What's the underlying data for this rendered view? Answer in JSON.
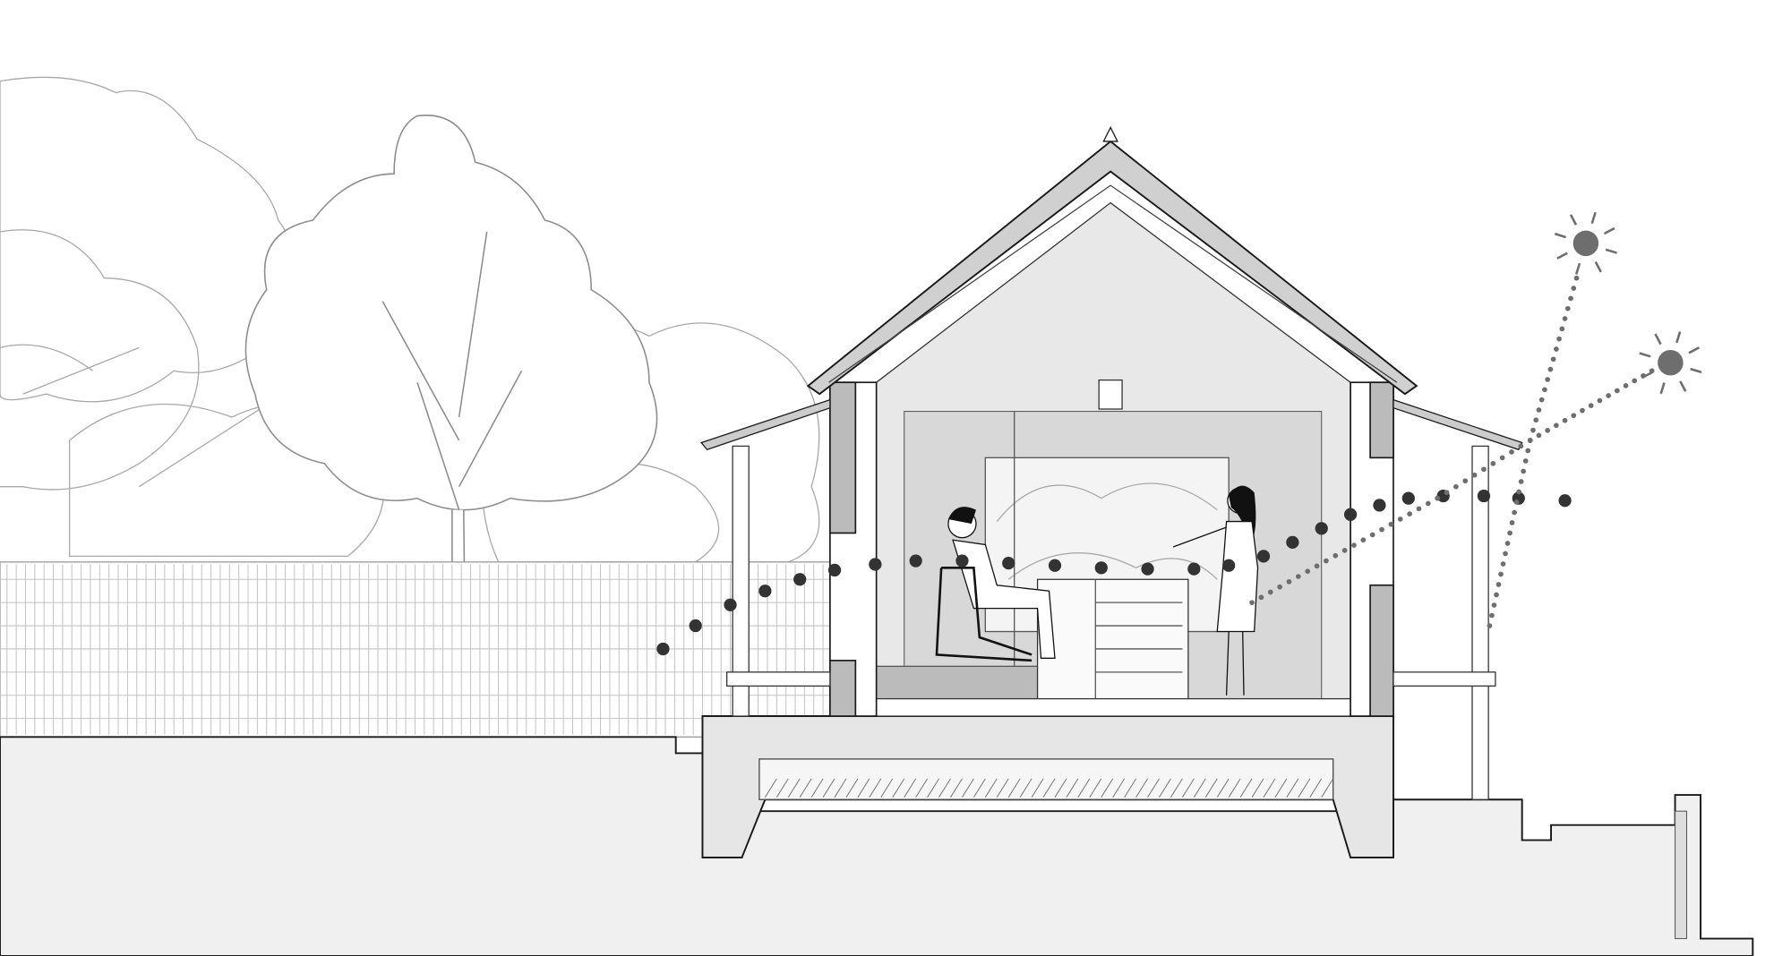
{
  "drawing": {
    "type": "architectural-section",
    "colors": {
      "line": "#1a1a1a",
      "ground_fill": "#f0f0f0",
      "interior_fill": "#e4e4e4",
      "tree_line": "#9a9a9a",
      "dots": "#333333",
      "sun": "#6e6e6e"
    },
    "icons": [
      "sun-icon",
      "sun-icon",
      "person-seated",
      "person-standing",
      "tree",
      "fence"
    ]
  }
}
